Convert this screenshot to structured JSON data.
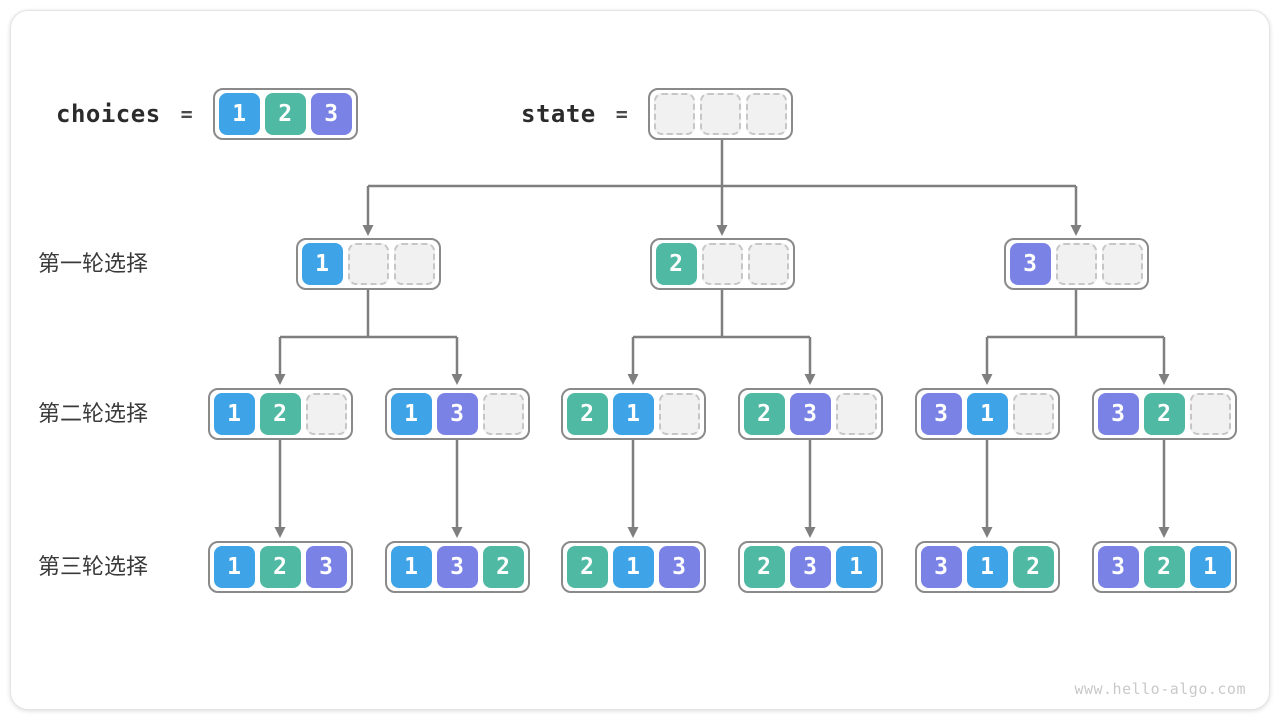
{
  "legend": {
    "choices_label": "choices",
    "equals_sign": "=",
    "choices": [
      "1",
      "2",
      "3"
    ],
    "state_label": "state",
    "state_empty_slots": 3
  },
  "value_colors": {
    "1": "#3fa3e7",
    "2": "#4fb9a3",
    "3": "#7a83e5"
  },
  "rows": [
    {
      "label": "第一轮选择",
      "nodes": [
        [
          "1",
          "",
          ""
        ],
        [
          "2",
          "",
          ""
        ],
        [
          "3",
          "",
          ""
        ]
      ]
    },
    {
      "label": "第二轮选择",
      "nodes": [
        [
          "1",
          "2",
          ""
        ],
        [
          "1",
          "3",
          ""
        ],
        [
          "2",
          "1",
          ""
        ],
        [
          "2",
          "3",
          ""
        ],
        [
          "3",
          "1",
          ""
        ],
        [
          "3",
          "2",
          ""
        ]
      ]
    },
    {
      "label": "第三轮选择",
      "nodes": [
        [
          "1",
          "2",
          "3"
        ],
        [
          "1",
          "3",
          "2"
        ],
        [
          "2",
          "1",
          "3"
        ],
        [
          "2",
          "3",
          "1"
        ],
        [
          "3",
          "1",
          "2"
        ],
        [
          "3",
          "2",
          "1"
        ]
      ]
    }
  ],
  "watermark": "www.hello-algo.com"
}
